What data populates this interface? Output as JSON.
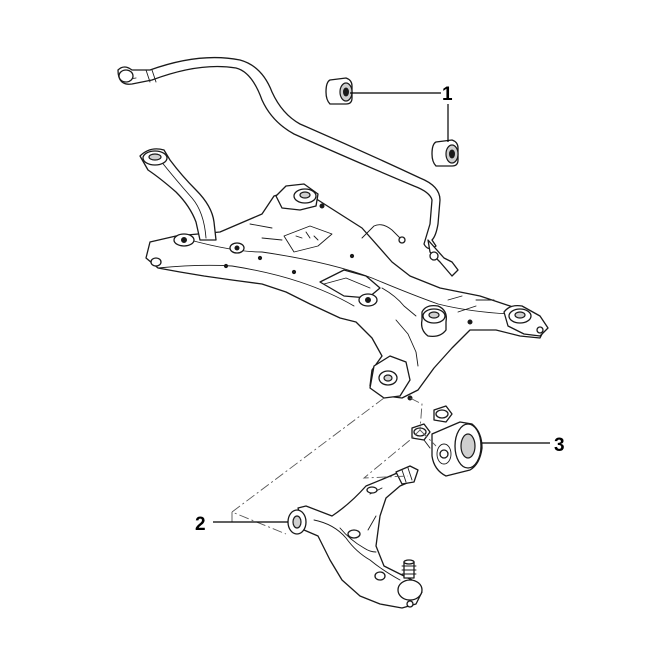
{
  "callouts": [
    {
      "id": "1",
      "label": "1"
    },
    {
      "id": "2",
      "label": "2"
    },
    {
      "id": "3",
      "label": "3"
    }
  ],
  "colors": {
    "line": "#1a1a1a",
    "background": "#ffffff",
    "bushing_fill": "#cfcfcf"
  }
}
